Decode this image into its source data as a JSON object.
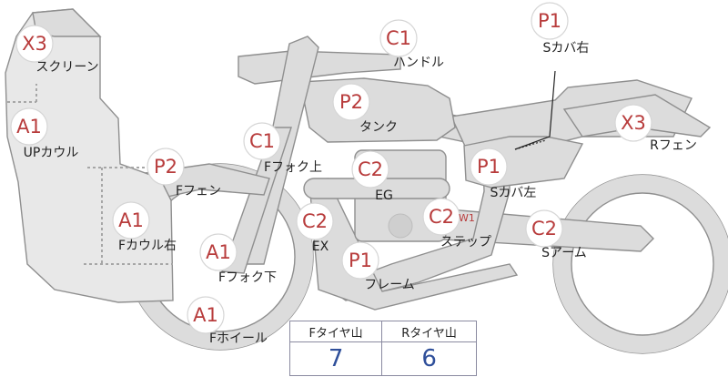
{
  "parts": [
    {
      "id": "screen",
      "code": "X3",
      "label": "スクリーン"
    },
    {
      "id": "up-cowl",
      "code": "A1",
      "label": "UPカウル"
    },
    {
      "id": "front-fender",
      "code": "P2",
      "label": "Fフェン"
    },
    {
      "id": "right-cowl",
      "code": "A1",
      "label": "Fカウル右"
    },
    {
      "id": "fork-upper",
      "code": "C1",
      "label": "Fフォク上"
    },
    {
      "id": "fork-lower",
      "code": "A1",
      "label": "Fフォク下"
    },
    {
      "id": "front-wheel",
      "code": "A1",
      "label": "Fホイール"
    },
    {
      "id": "handle",
      "code": "C1",
      "label": "ハンドル"
    },
    {
      "id": "tank",
      "code": "P2",
      "label": "タンク"
    },
    {
      "id": "engine",
      "code": "C2",
      "label": "EG"
    },
    {
      "id": "exhaust",
      "code": "C2",
      "label": "EX"
    },
    {
      "id": "frame",
      "code": "P1",
      "label": "フレーム"
    },
    {
      "id": "step",
      "code": "C2",
      "code_sub": "W1",
      "label": "ステップ"
    },
    {
      "id": "side-cover-left",
      "code": "P1",
      "label": "Sカバ左"
    },
    {
      "id": "side-cover-right",
      "code": "P1",
      "label": "Sカバ右"
    },
    {
      "id": "rear-fender",
      "code": "X3",
      "label": "Rフェン"
    },
    {
      "id": "swing-arm",
      "code": "C2",
      "label": "Sアーム"
    }
  ],
  "tire_table": {
    "front_header": "Fタイヤ山",
    "rear_header": "Rタイヤ山",
    "front_value": "7",
    "rear_value": "6"
  },
  "colors": {
    "code_text": "#b83c3c",
    "value_text": "#2f4f9a",
    "part_fill": "#dcdcdc",
    "part_stroke": "#8f8f8f"
  }
}
